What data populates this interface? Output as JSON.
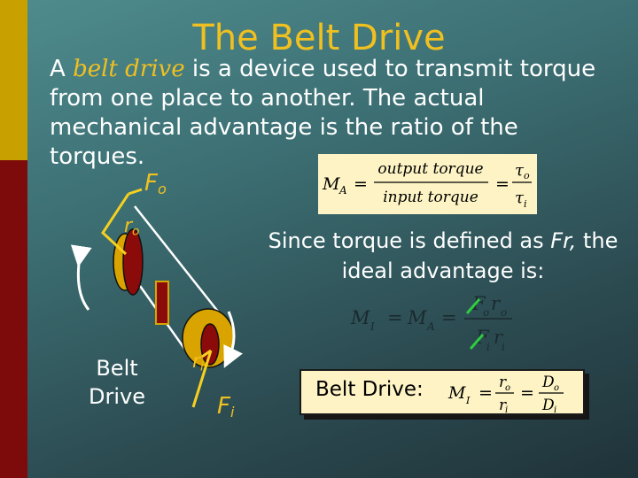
{
  "title": "The Belt Drive",
  "intro": {
    "prefix": "A ",
    "emphasis": "belt drive",
    "rest": " is a device used to transmit torque from one place to another. The actual mechanical advantage is the ratio of the torques."
  },
  "ma_formula": {
    "lhs_symbol": "M",
    "lhs_sub": "A",
    "equals": "=",
    "numerator": "output torque",
    "denominator": "input torque",
    "tau_num": "τ",
    "tau_num_sub": "o",
    "tau_den": "τ",
    "tau_den_sub": "i"
  },
  "since_text": {
    "before": "Since torque is defined as ",
    "italic": "Fr,",
    "after": " the ideal advantage is:"
  },
  "ideal_formula": {
    "mi": "M",
    "mi_sub": "I",
    "ma": "M",
    "ma_sub": "A",
    "equals": "=",
    "num_f": "F",
    "num_f_sub": "o",
    "num_r": "r",
    "num_r_sub": "o",
    "den_f": "F",
    "den_f_sub": "i",
    "den_r": "r",
    "den_r_sub": "i"
  },
  "diagram": {
    "fo": "F",
    "fo_sub": "o",
    "ro": "r",
    "ro_sub": "o",
    "ri": "r",
    "ri_sub": "i",
    "fi": "F",
    "fi_sub": "i",
    "belt_label": "Belt Drive",
    "colors": {
      "belt_outline": "#ffffff",
      "pulley_gold": "#d9a400",
      "pulley_red": "#8b0a0a",
      "radius_line": "#f5d020"
    }
  },
  "belt_formula": {
    "label": "Belt Drive:",
    "mi": "M",
    "mi_sub": "I",
    "equals": "=",
    "r_num": "r",
    "r_num_sub": "o",
    "r_den": "r",
    "r_den_sub": "i",
    "d_num": "D",
    "d_num_sub": "o",
    "d_den": "D",
    "d_den_sub": "i"
  },
  "theme": {
    "accent": "#f0c020",
    "background": "#3c6f73",
    "bar_gold": "#c8a000",
    "bar_red": "#7e0b0b",
    "formula_box": "#fdf3c4"
  }
}
